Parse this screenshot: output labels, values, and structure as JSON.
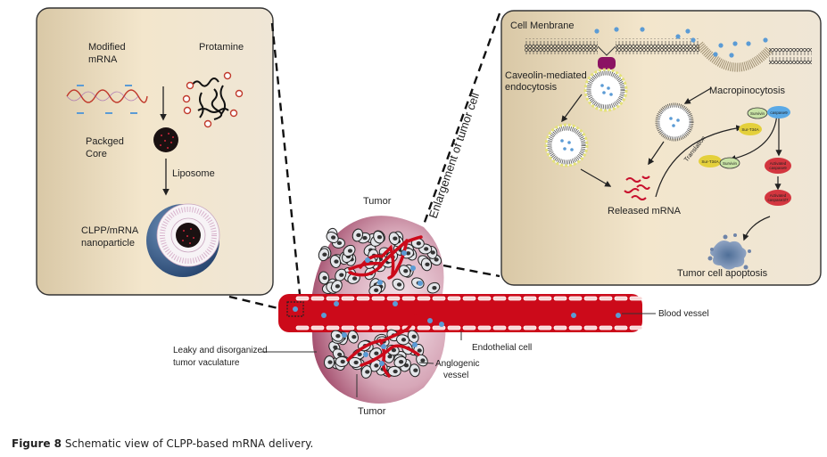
{
  "left_panel": {
    "modified_mrna": [
      "Modified",
      "mRNA"
    ],
    "protamine": "Protamine",
    "packaged_core": [
      "Packged",
      "Core"
    ],
    "liposome": "Liposome",
    "nanoparticle": [
      "CLPP/mRNA",
      "nanoparticle"
    ]
  },
  "right_panel": {
    "cell_membrane": "Cell Menbrane",
    "caveolin": [
      "Caveolin-mediated",
      "endocytosis"
    ],
    "macropinocytosis": "Macropinocytosis",
    "released_mrna": "Released mRNA",
    "translation": "Translation",
    "apoptosis": "Tumor cell apoptosis",
    "proteins": {
      "survivin": "Survivin",
      "caspase9": "caspase9",
      "sur_t34a": "Sur-T34A",
      "activated_caspase9": [
        "Activated",
        "caspase9"
      ],
      "activated_caspase37": [
        "Activated",
        "caspase3/7"
      ]
    }
  },
  "center": {
    "enlargement": "Enlargement of tumor cell",
    "tumor_top": "Tumor",
    "tumor_bottom": "Tumor",
    "blood_vessel": "Blood vessel",
    "endothelial_cell": "Endothelial cell",
    "leaky": [
      "Leaky and disorganized",
      "tumor vaculature"
    ],
    "angiogenic": [
      "Anglogenic",
      "vessel"
    ]
  },
  "caption": {
    "label": "Figure 8",
    "text": " Schematic view of CLPP-based mRNA delivery."
  },
  "colors": {
    "panel_bg": "#efe3cb",
    "vessel_red": "#cc0a1a",
    "mrna_blue": "#5b9bd5",
    "tumor_pink": "#b05a78"
  }
}
